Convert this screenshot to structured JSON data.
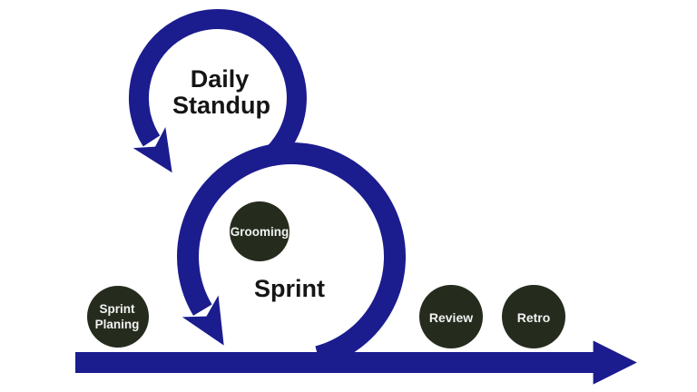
{
  "colors": {
    "background": "#ffffff",
    "arrow-blue": "#1b1c8e",
    "node-fill": "#252c1e",
    "node-text": "#f2f2f2",
    "label-text": "#151515"
  },
  "loops": {
    "daily_standup": {
      "label_line1": "Daily",
      "label_line2": "Standup"
    },
    "sprint": {
      "label": "Sprint"
    }
  },
  "nodes": {
    "sprint_planning": {
      "label_line1": "Sprint",
      "label_line2": "Planing"
    },
    "grooming": {
      "label": "Grooming"
    },
    "review": {
      "label": "Review"
    },
    "retro": {
      "label": "Retro"
    }
  }
}
